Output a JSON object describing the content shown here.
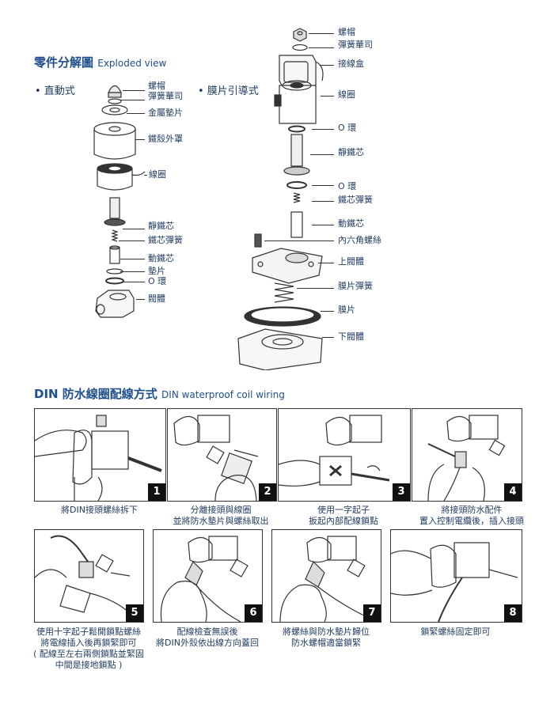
{
  "exploded": {
    "title_zh": "零件分解圖",
    "title_en": "Exploded view",
    "direct": {
      "heading": "• 直動式",
      "labels": [
        "螺帽",
        "彈簧華司",
        "金屬墊片",
        "鐵殼外罩",
        "線圈",
        "靜鐵芯",
        "鐵芯彈簧",
        "動鐵芯",
        "墊片",
        "O 環",
        "閥體"
      ]
    },
    "pilot": {
      "heading": "• 膜片引導式",
      "labels": [
        "螺帽",
        "彈簧華司",
        "接線盒",
        "線圈",
        "O 環",
        "靜鐵芯",
        "O 環",
        "鐵芯彈簧",
        "動鐵芯",
        "內六角螺絲",
        "上閥體",
        "膜片彈簧",
        "膜片",
        "下閥體"
      ]
    }
  },
  "wiring": {
    "title_zh": "DIN 防水線圈配線方式",
    "title_en": "DIN waterproof coil wiring",
    "steps": [
      {
        "num": "1",
        "lines": [
          "將DIN接頭螺絲拆下"
        ]
      },
      {
        "num": "2",
        "lines": [
          "分離接頭與線圈",
          "並將防水墊片與螺絲取出"
        ]
      },
      {
        "num": "3",
        "lines": [
          "使用一字起子",
          "扳起內部配線鎖點"
        ]
      },
      {
        "num": "4",
        "lines": [
          "將接頭防水配件",
          "置入控制電纜後，插入接頭"
        ]
      },
      {
        "num": "5",
        "lines": [
          "使用十字起子鬆開鎖點螺絲",
          "將電線插入後再鎖緊即可",
          "( 配線至左右兩側鎖點並緊固",
          "中間是接地鎖點 )"
        ]
      },
      {
        "num": "6",
        "lines": [
          "配線檢查無誤後",
          "將DIN外殼依出線方向蓋回"
        ]
      },
      {
        "num": "7",
        "lines": [
          "將螺絲與防水墊片歸位",
          "防水螺帽適當鎖緊"
        ]
      },
      {
        "num": "8",
        "lines": [
          "鎖緊螺絲固定即可"
        ]
      }
    ]
  }
}
